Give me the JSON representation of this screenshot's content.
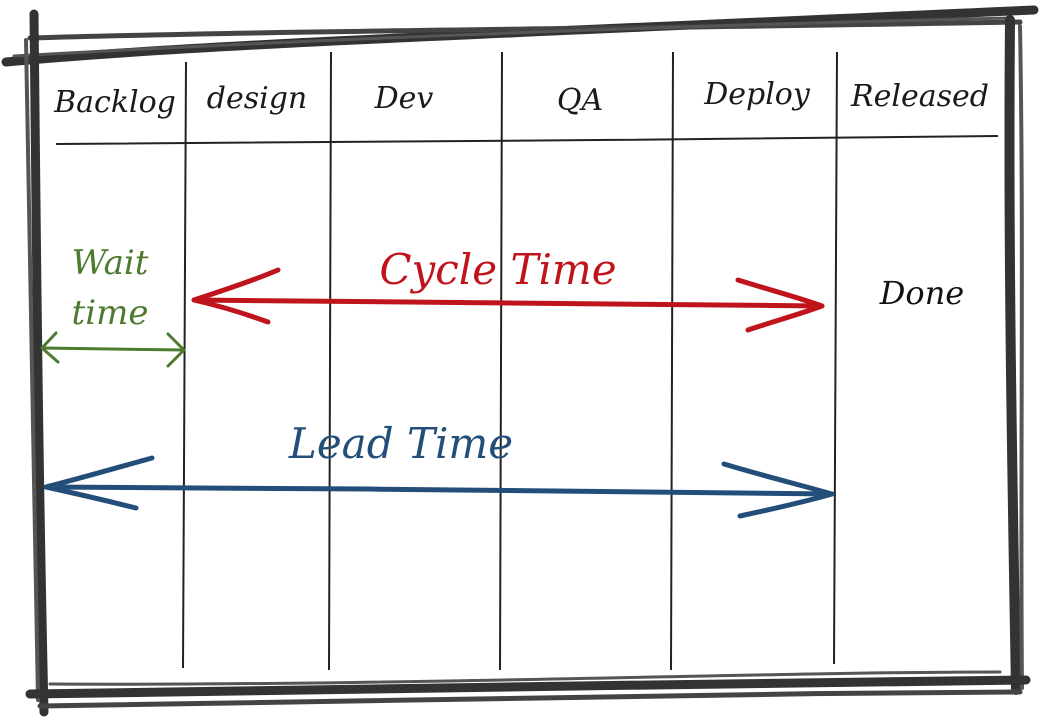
{
  "columns": [
    "Backlog",
    "design",
    "Dev",
    "QA",
    "Deploy",
    "Released"
  ],
  "done_label": "Done",
  "cycle_time": {
    "label": "Cycle Time",
    "color": "#c0141c"
  },
  "lead_time": {
    "label": "Lead Time",
    "color": "#244e7a"
  },
  "wait_time": {
    "line1": "Wait",
    "line2": "time",
    "color": "#4d7a2e"
  },
  "frame_color": "#3a3a3a",
  "line_color": "#222222"
}
